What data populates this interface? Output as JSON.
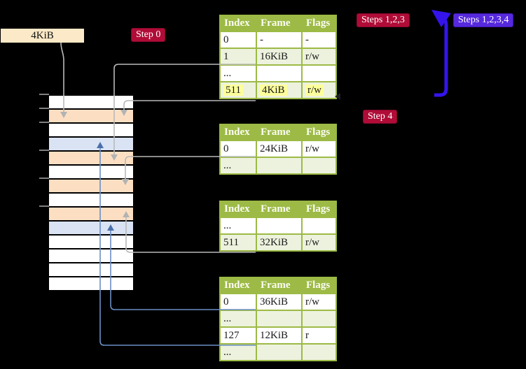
{
  "labels": {
    "page_size": "4KiB",
    "step0": "Step 0",
    "steps123": "Steps 1,2,3",
    "steps1234": "Steps 1,2,3,4",
    "step4": "Step 4"
  },
  "colors": {
    "table_header_bg": "#9cba45",
    "table_row_alt_bg": "#edf2de",
    "row_highlight": "#fdff9c",
    "memory_frame_orange": "#fcdfc2",
    "memory_frame_blue": "#d9e3f4",
    "badge_red": "#b00c37",
    "badge_violet": "#5629dd",
    "loop_arrow_blue": "#3414ea",
    "gray_connector": "#b9b9b9",
    "blue_connector": "#6b8ec5",
    "page_size_label_bg": "#fbe9c7"
  },
  "tables": [
    {
      "name": "page-table-level-4",
      "headers": [
        "Index",
        "Frame",
        "Flags"
      ],
      "rows": [
        {
          "cells": [
            "0",
            "-",
            "-"
          ],
          "highlight": false
        },
        {
          "cells": [
            "1",
            "16KiB",
            "r/w"
          ],
          "highlight": false
        },
        {
          "cells": [
            "...",
            "",
            ""
          ],
          "highlight": false
        },
        {
          "cells": [
            "511",
            "4KiB",
            "r/w"
          ],
          "highlight": true
        }
      ]
    },
    {
      "name": "page-table-level-3",
      "headers": [
        "Index",
        "Frame",
        "Flags"
      ],
      "rows": [
        {
          "cells": [
            "0",
            "24KiB",
            "r/w"
          ],
          "highlight": false
        },
        {
          "cells": [
            "...",
            "",
            ""
          ],
          "highlight": false
        }
      ]
    },
    {
      "name": "page-table-level-2",
      "headers": [
        "Index",
        "Frame",
        "Flags"
      ],
      "rows": [
        {
          "cells": [
            "...",
            "",
            ""
          ],
          "highlight": false
        },
        {
          "cells": [
            "511",
            "32KiB",
            "r/w"
          ],
          "highlight": false
        }
      ]
    },
    {
      "name": "page-table-level-1",
      "headers": [
        "Index",
        "Frame",
        "Flags"
      ],
      "rows": [
        {
          "cells": [
            "0",
            "36KiB",
            "r/w"
          ],
          "highlight": false
        },
        {
          "cells": [
            "...",
            "",
            ""
          ],
          "highlight": false
        },
        {
          "cells": [
            "127",
            "12KiB",
            "r"
          ],
          "highlight": false
        },
        {
          "cells": [
            "...",
            "",
            ""
          ],
          "highlight": false
        }
      ]
    }
  ],
  "memory": {
    "rows": [
      "white",
      "orange",
      "white",
      "blue",
      "orange",
      "white",
      "orange",
      "white",
      "orange",
      "blue",
      "white",
      "white",
      "white",
      "white"
    ]
  }
}
